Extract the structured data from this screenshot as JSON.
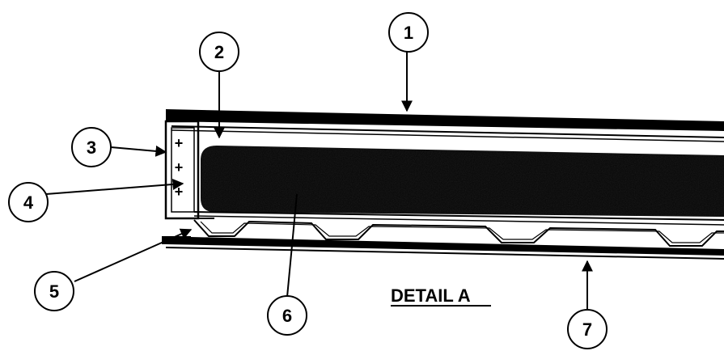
{
  "title": "DETAIL A",
  "callouts": [
    {
      "label": "1"
    },
    {
      "label": "2"
    },
    {
      "label": "3"
    },
    {
      "label": "4"
    },
    {
      "label": "5"
    },
    {
      "label": "6"
    },
    {
      "label": "7"
    }
  ],
  "spacer_marks": [
    "+",
    "+",
    "+"
  ],
  "colors": {
    "ink": "#000000",
    "paper": "#ffffff"
  }
}
